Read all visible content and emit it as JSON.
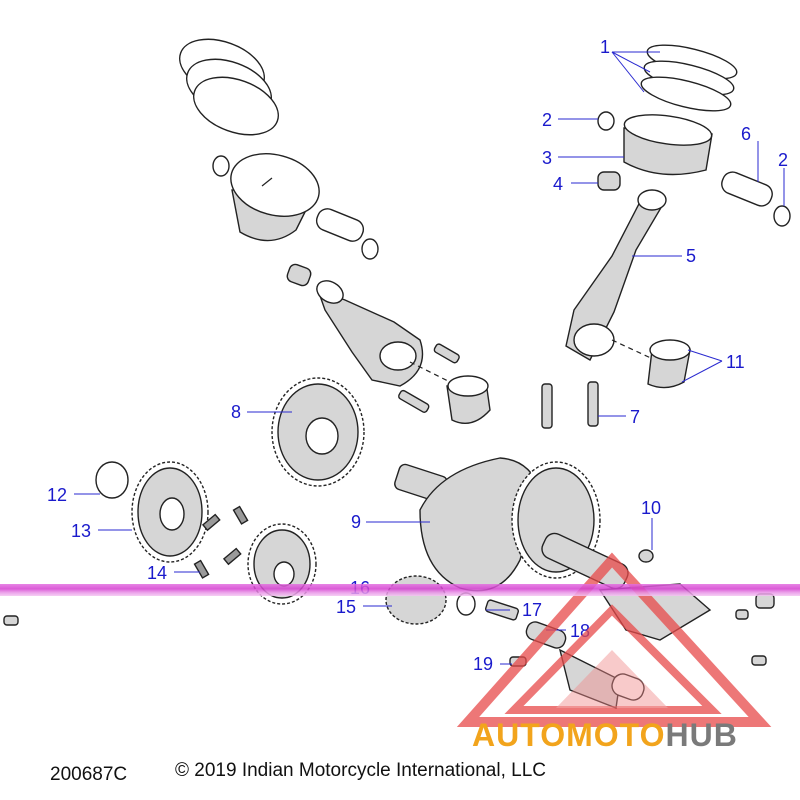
{
  "diagram": {
    "callouts": [
      {
        "id": "c1",
        "text": "1"
      },
      {
        "id": "c2a",
        "text": "2"
      },
      {
        "id": "c2b",
        "text": "2"
      },
      {
        "id": "c3",
        "text": "3"
      },
      {
        "id": "c4",
        "text": "4"
      },
      {
        "id": "c5",
        "text": "5"
      },
      {
        "id": "c6",
        "text": "6"
      },
      {
        "id": "c7",
        "text": "7"
      },
      {
        "id": "c8",
        "text": "8"
      },
      {
        "id": "c9",
        "text": "9"
      },
      {
        "id": "c10",
        "text": "10"
      },
      {
        "id": "c11",
        "text": "11"
      },
      {
        "id": "c12",
        "text": "12"
      },
      {
        "id": "c13",
        "text": "13"
      },
      {
        "id": "c14",
        "text": "14"
      },
      {
        "id": "c15",
        "text": "15"
      },
      {
        "id": "c16",
        "text": "16"
      },
      {
        "id": "c17",
        "text": "17"
      },
      {
        "id": "c18",
        "text": "18"
      },
      {
        "id": "c19",
        "text": "19"
      }
    ],
    "colors": {
      "callout": "#1a1acc",
      "line_art": "#222222",
      "watermark_red": "#e84a4a"
    }
  },
  "footer": {
    "code": "200687C",
    "copyright": "© 2019 Indian Motorcycle International, LLC"
  },
  "watermark": {
    "brand_part1": "AUTO",
    "brand_part2": "MOTO",
    "brand_part3": "HUB"
  }
}
